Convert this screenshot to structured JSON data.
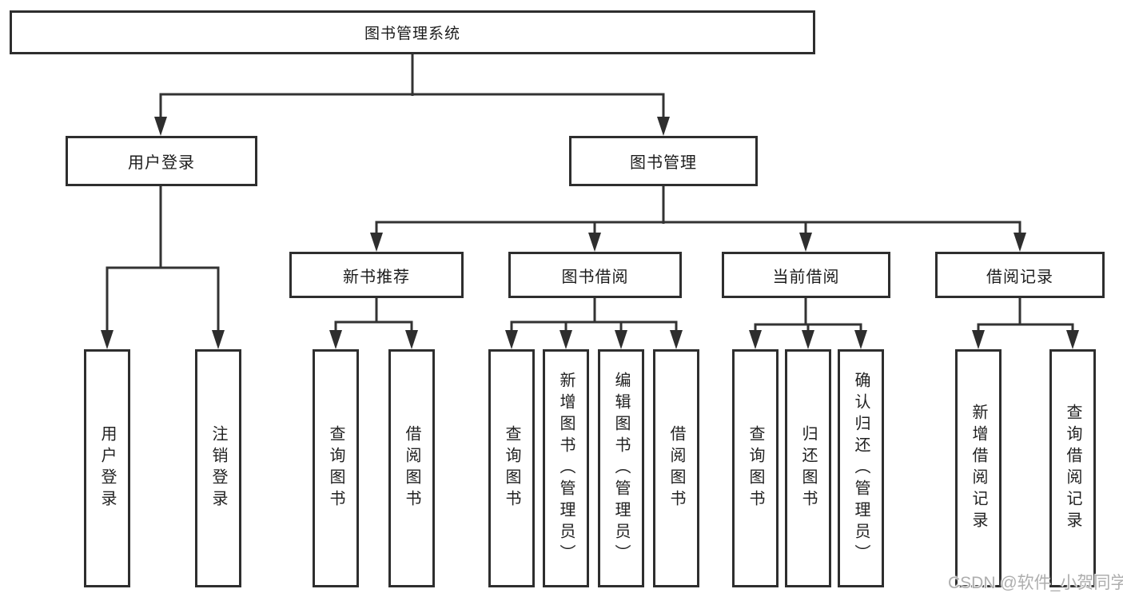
{
  "title": "图书管理系统",
  "watermark": "CSDN @软件_小贺同学",
  "colors": {
    "line": "#333333",
    "box_border": "#2e2e2e",
    "text": "#1c1c1c",
    "background": "#ffffff",
    "watermark_text": "#aeaeae"
  },
  "tree": {
    "root": {
      "label": "图书管理系统"
    },
    "branches": [
      {
        "label": "用户登录",
        "leaves": [
          "用户登录",
          "注销登录"
        ]
      },
      {
        "label": "图书管理",
        "children": [
          {
            "label": "新书推荐",
            "leaves": [
              "查询图书",
              "借阅图书"
            ]
          },
          {
            "label": "图书借阅",
            "leaves": [
              "查询图书",
              "新增图书（管理员）",
              "编辑图书（管理员）",
              "借阅图书"
            ]
          },
          {
            "label": "当前借阅",
            "leaves": [
              "查询图书",
              "归还图书",
              "确认归还（管理员）"
            ]
          },
          {
            "label": "借阅记录",
            "leaves": [
              "新增借阅记录",
              "查询借阅记录"
            ]
          }
        ]
      }
    ]
  }
}
